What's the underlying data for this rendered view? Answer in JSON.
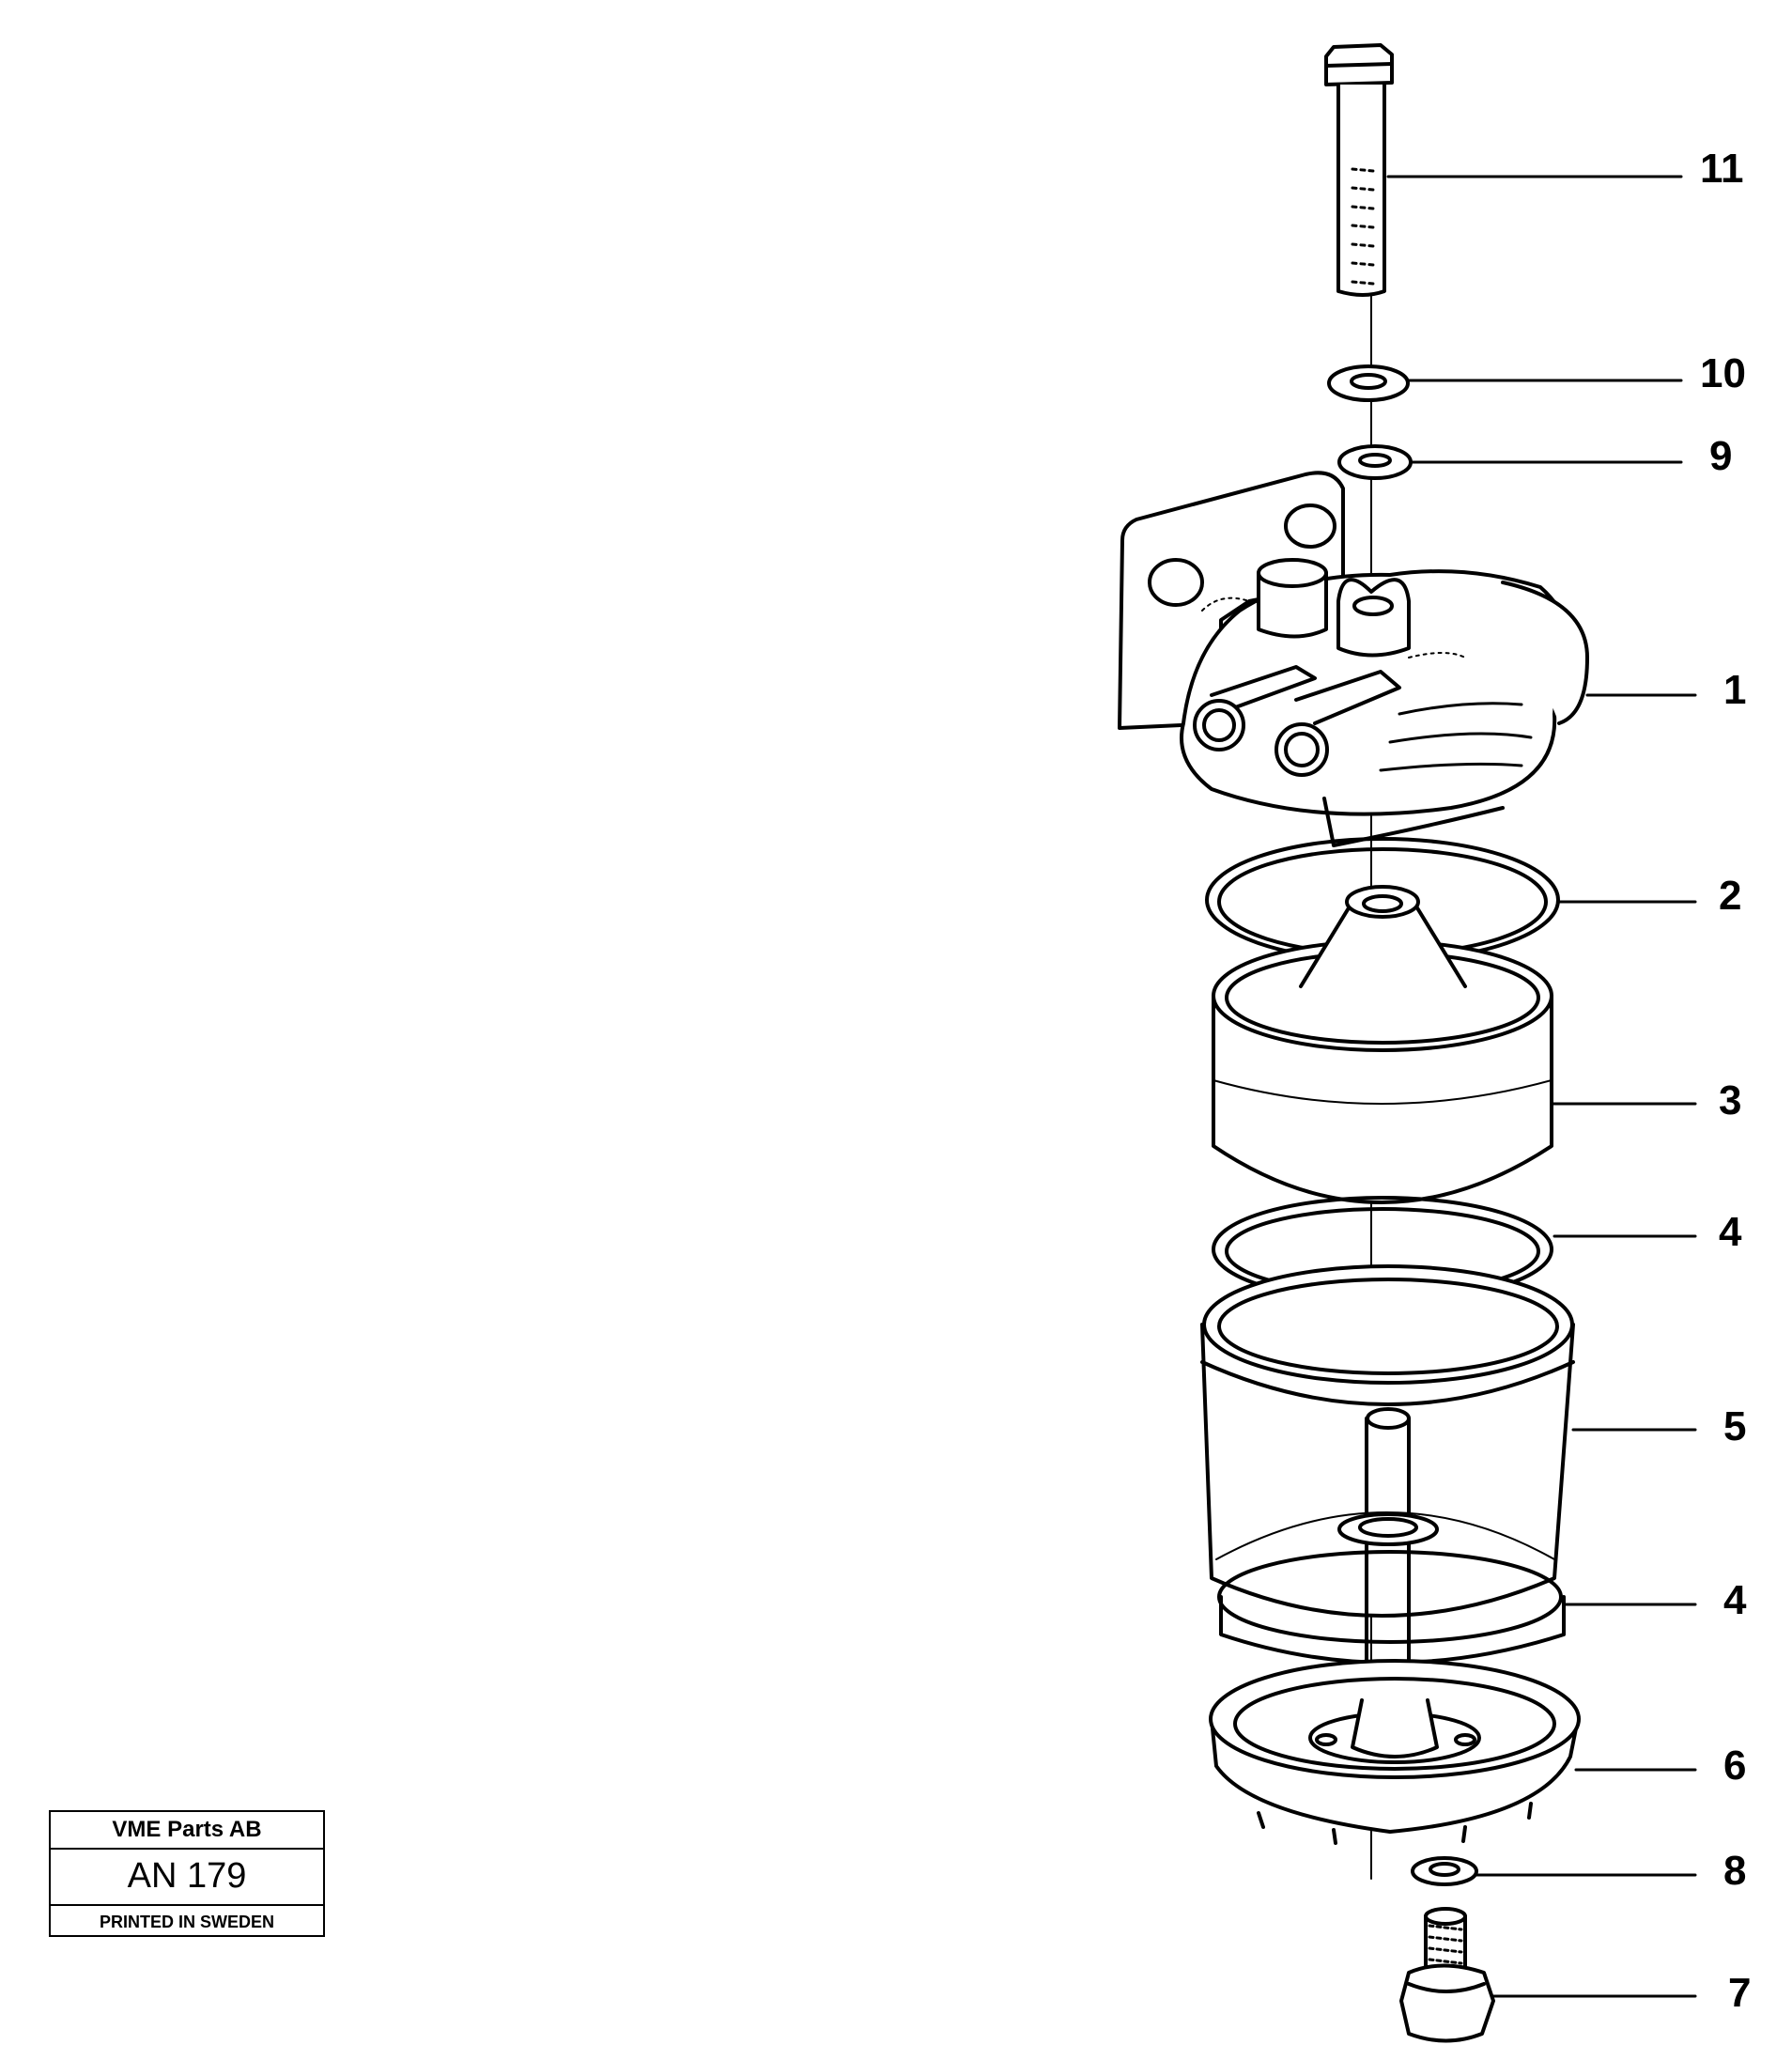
{
  "titleblock": {
    "company": "VME Parts AB",
    "code": "AN 179",
    "printed": "PRINTED IN SWEDEN"
  },
  "callouts": [
    {
      "id": "11",
      "label": "11"
    },
    {
      "id": "10",
      "label": "10"
    },
    {
      "id": "9",
      "label": "9"
    },
    {
      "id": "1",
      "label": "1"
    },
    {
      "id": "2",
      "label": "2"
    },
    {
      "id": "3",
      "label": "3"
    },
    {
      "id": "4a",
      "label": "4"
    },
    {
      "id": "5",
      "label": "5"
    },
    {
      "id": "4b",
      "label": "4"
    },
    {
      "id": "6",
      "label": "6"
    },
    {
      "id": "8",
      "label": "8"
    },
    {
      "id": "7",
      "label": "7"
    }
  ],
  "icons": [
    "bolt-icon",
    "washer-icon",
    "filter-head-icon",
    "seal-ring-icon",
    "filter-element-icon",
    "bowl-icon",
    "bottom-cover-icon",
    "drain-plug-icon"
  ]
}
